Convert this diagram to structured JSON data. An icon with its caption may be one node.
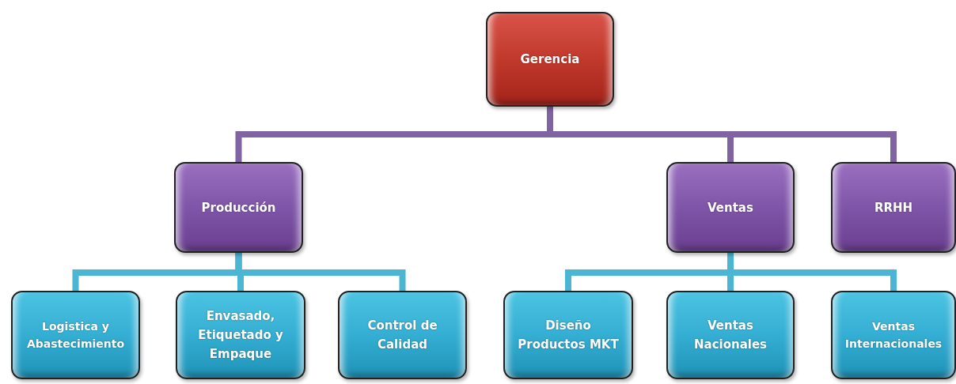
{
  "diagram": {
    "nodes": [
      {
        "text": [
          "Gerencia"
        ]
      },
      {
        "text": [
          "Producción"
        ]
      },
      {
        "text": [
          "Ventas"
        ]
      },
      {
        "text": [
          "RRHH"
        ]
      },
      {
        "text": [
          "Logistica y Abastecimiento"
        ]
      },
      {
        "text": [
          "Envasado, Etiquetado y Empaque"
        ]
      },
      {
        "text": [
          "Control de Calidad"
        ]
      },
      {
        "text": [
          "Diseño Productos MKT"
        ]
      },
      {
        "text": [
          "Ventas Nacionales"
        ]
      },
      {
        "text": [
          "Ventas Internacionales"
        ]
      }
    ],
    "edges": [
      {
        "from": 0,
        "to": 1,
        "arrow": "none",
        "color": "#8064a2"
      },
      {
        "from": 0,
        "to": 2,
        "arrow": "none",
        "color": "#8064a2"
      },
      {
        "from": 0,
        "to": 3,
        "arrow": "none",
        "color": "#8064a2"
      },
      {
        "from": 1,
        "to": 4,
        "arrow": "none"
      },
      {
        "from": 1,
        "to": 5,
        "arrow": "none"
      },
      {
        "from": 1,
        "to": 6,
        "arrow": "none"
      },
      {
        "from": 2,
        "to": 7,
        "arrow": "none"
      },
      {
        "from": 2,
        "to": 8,
        "arrow": "none"
      },
      {
        "from": 2,
        "to": 9,
        "arrow": "none"
      }
    ]
  }
}
